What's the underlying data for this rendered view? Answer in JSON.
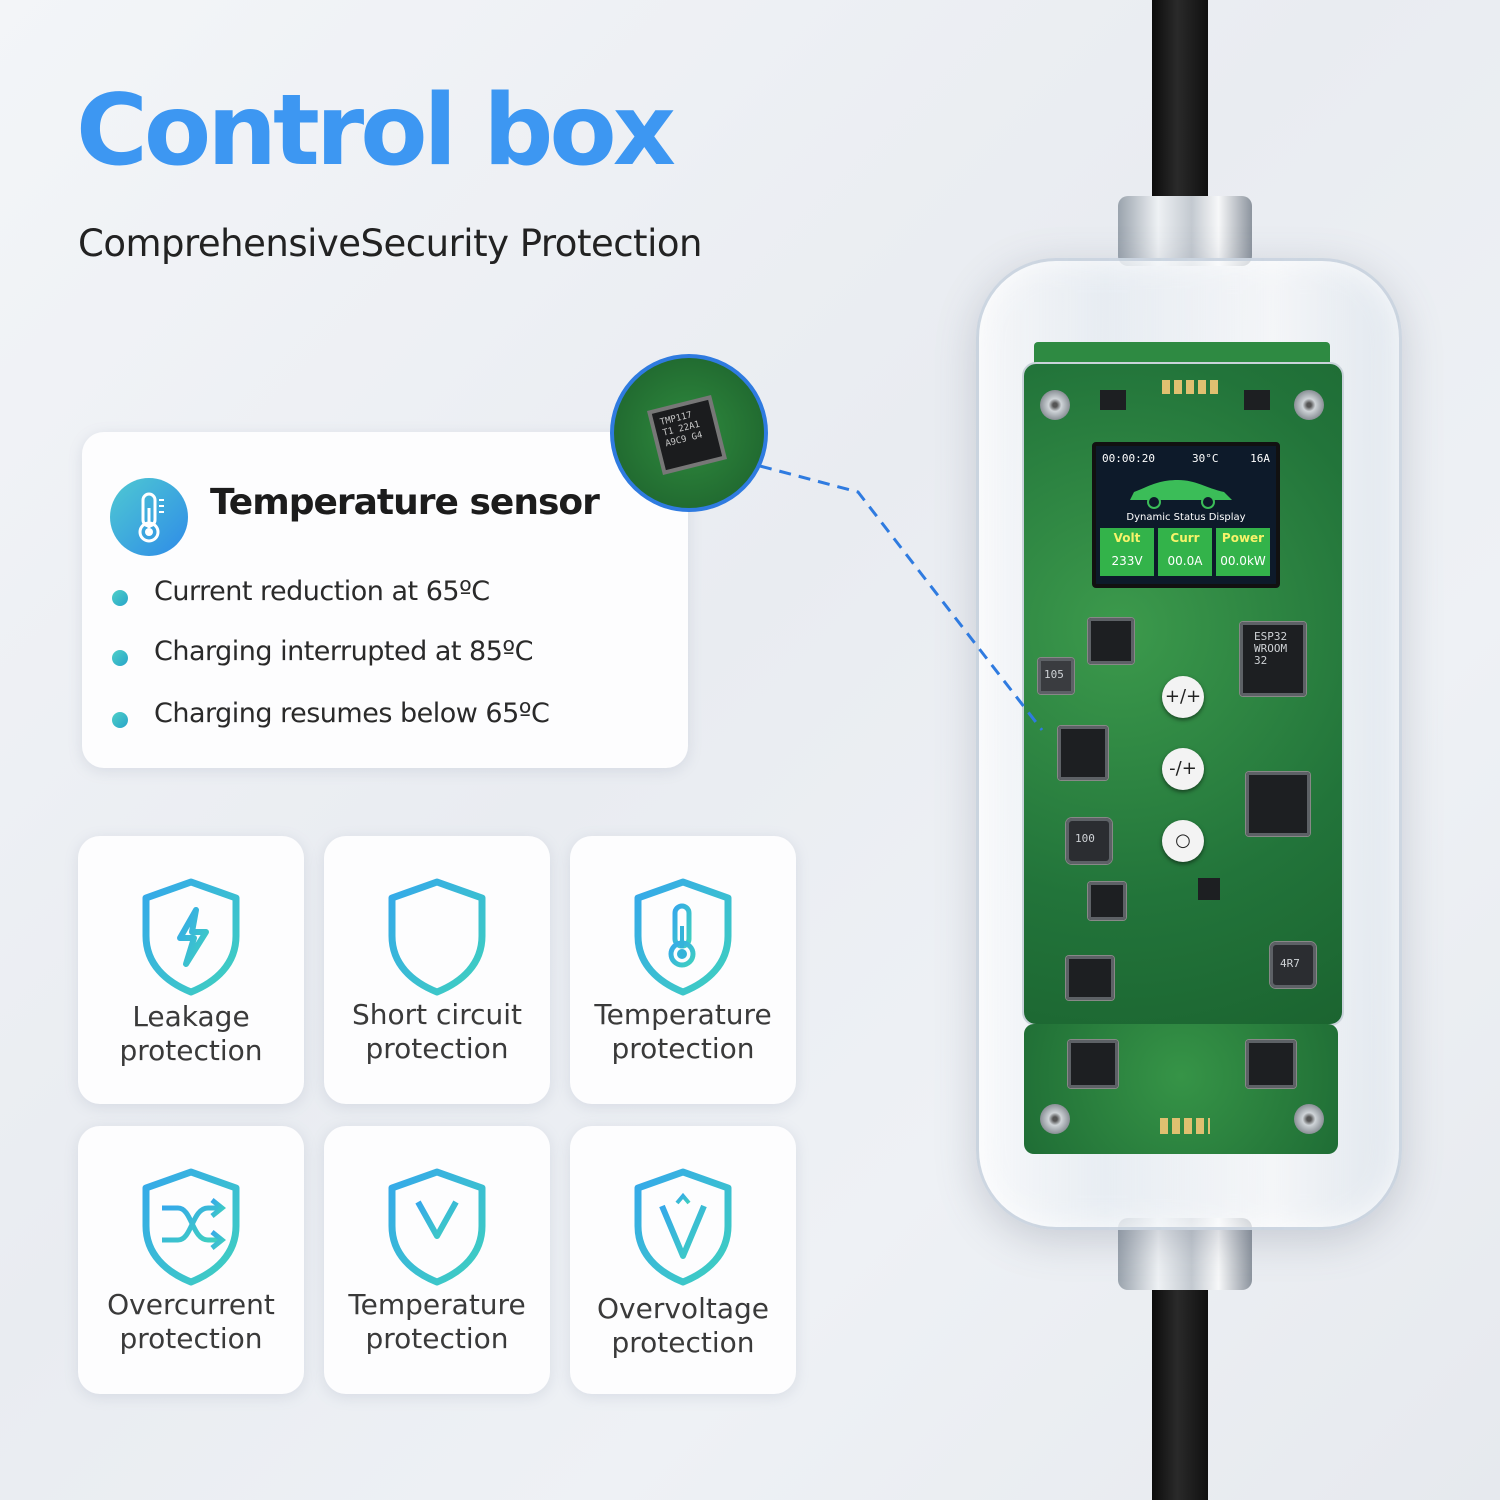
{
  "header": {
    "title": "Control box",
    "subtitle": "ComprehensiveSecurity Protection"
  },
  "sensor_card": {
    "icon": "thermometer-icon",
    "title": "Temperature sensor",
    "bullets": [
      "Current reduction at 65ºC",
      "Charging interrupted at 85ºC",
      "Charging resumes below 65ºC"
    ]
  },
  "features": [
    {
      "icon": "lightning-shield-icon",
      "line1": "Leakage",
      "line2": "protection"
    },
    {
      "icon": "circuit-shield-icon",
      "line1": "Short circuit",
      "line2": "protection"
    },
    {
      "icon": "thermometer-shield-icon",
      "line1": "Temperature",
      "line2": "protection"
    },
    {
      "icon": "shuffle-shield-icon",
      "line1": "Overcurrent",
      "line2": "protection"
    },
    {
      "icon": "undervoltage-shield-icon",
      "line1": "Temperature",
      "line2": "protection"
    },
    {
      "icon": "overvoltage-shield-icon",
      "line1": "Overvoltage",
      "line2": "protection"
    }
  ],
  "device": {
    "lcd": {
      "time": "00:00:20",
      "temp": "30°C",
      "current_limit": "16A",
      "caption": "Dynamic Status Display",
      "cells": [
        {
          "label": "Volt",
          "value": "233V"
        },
        {
          "label": "Curr",
          "value": "00.0A"
        },
        {
          "label": "Power",
          "value": "00.0kW"
        }
      ]
    },
    "buttons": [
      "+/+",
      "-/+",
      "○"
    ],
    "chip_marks": {
      "sensor_ic": [
        "TMP117",
        "T1 22A1",
        "A9C9 G4"
      ],
      "wifi_ic": [
        "ESP32",
        "WROOM",
        "32"
      ],
      "inductor_a": "100",
      "inductor_b": "4R7",
      "resistor": "105"
    }
  },
  "colors": {
    "title_blue": "#3d97f2",
    "accent_teal": "#3cc2cc",
    "pcb_green": "#22743a"
  }
}
